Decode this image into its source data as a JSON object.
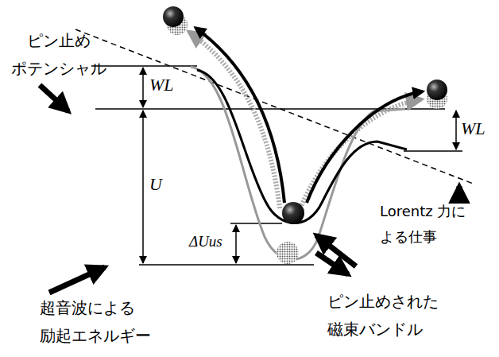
{
  "diagram": {
    "labels": [
      "WL",
      "ピン止め ポテンシャル",
      "U",
      "WL",
      "Lorentz 力に よる仕事",
      "ΔUus",
      "超音波による 励起エネルギー",
      "ピン止めされた 磁束バンドル"
    ]
  }
}
